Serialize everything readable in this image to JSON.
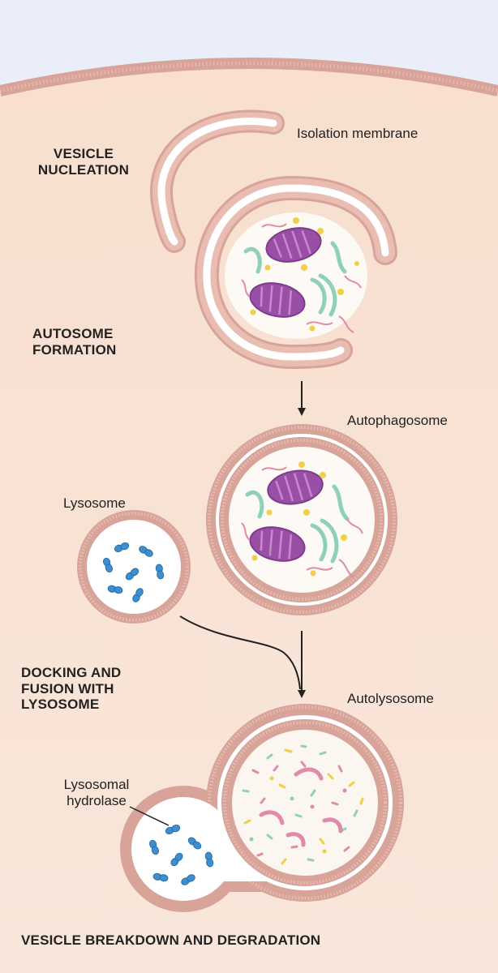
{
  "stages": {
    "nucleation": "VESICLE\nNUCLEATION",
    "formation": "AUTOSOME\nFORMATION",
    "docking": "DOCKING AND\nFUSION WITH\nLYSOSOME",
    "breakdown": "VESICLE BREAKDOWN AND DEGRADATION"
  },
  "parts": {
    "isolation_membrane": "Isolation membrane",
    "autophagosome": "Autophagosome",
    "lysosome": "Lysosome",
    "autolysosome": "Autolysosome",
    "lysosomal_hydrolase": "Lysosomal\nhydrolase"
  },
  "colors": {
    "cytoplasm": "#f8e1d3",
    "background": "#e9eef8",
    "membrane": "#d8a49a",
    "membrane_stripe": "#e9bdb2",
    "lumen": "#ffffff",
    "mitochondria": "#9a4fa6",
    "er": "#8fd1b8",
    "hydrolase": "#3d8fd1",
    "granule": "#f0cf4a",
    "protein": "#e08ba8"
  }
}
